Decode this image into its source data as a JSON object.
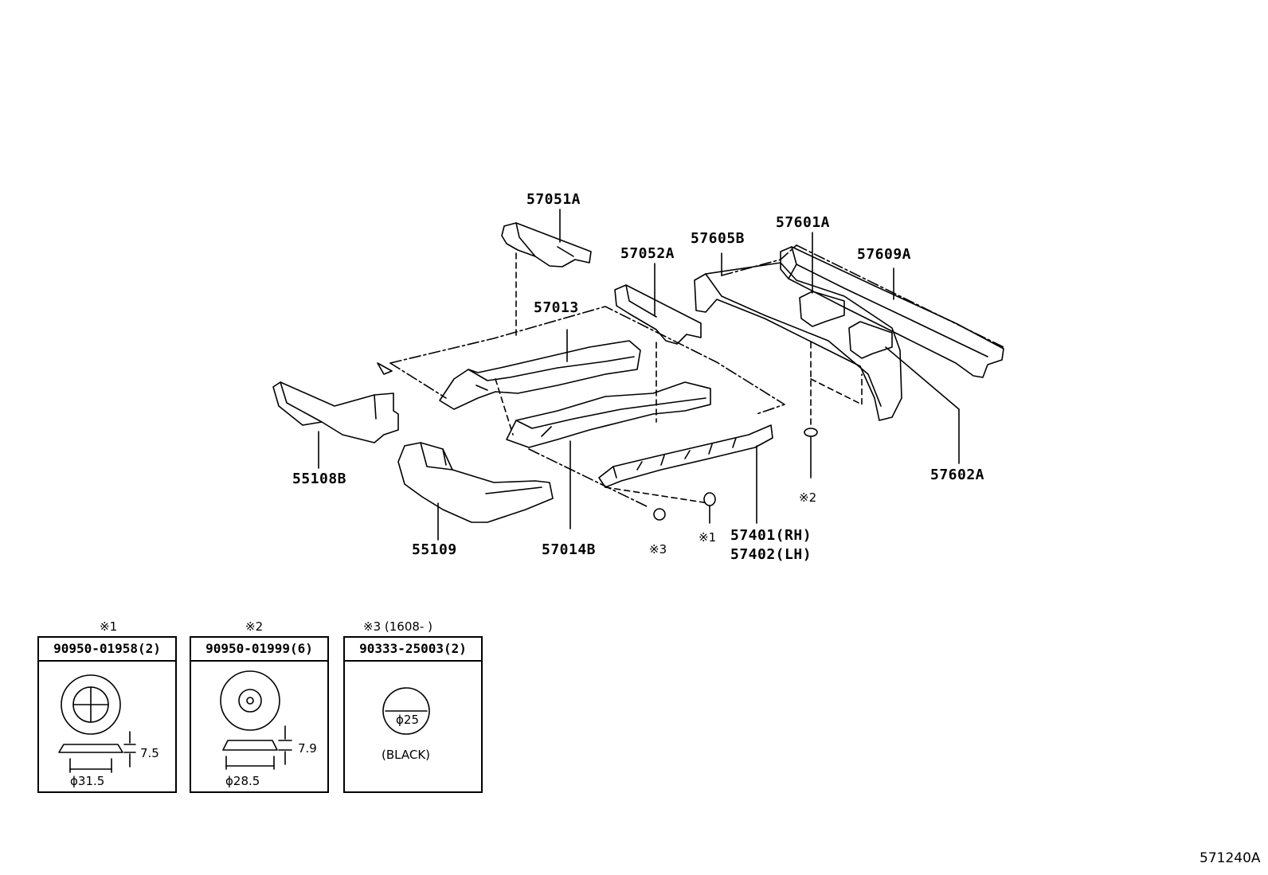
{
  "labels": {
    "p57051A": "57051A",
    "p57052A": "57052A",
    "p57013": "57013",
    "p57605B": "57605B",
    "p57601A": "57601A",
    "p57609A": "57609A",
    "p57602A": "57602A",
    "p55108B": "55108B",
    "p55109": "55109",
    "p57014B": "57014B",
    "p57401": "57401(RH)",
    "p57402": "57402(LH)",
    "ref3": "※3",
    "ref1": "※1",
    "ref2": "※2"
  },
  "boxes": [
    {
      "title": "※1",
      "part": "90950-01958(2)",
      "dim_height": "7.5",
      "dim_dia": "ϕ31.5"
    },
    {
      "title": "※2",
      "part": "90950-01999(6)",
      "dim_height": "7.9",
      "dim_dia": "ϕ28.5"
    },
    {
      "title": "※3 (1608-       )",
      "part": "90333-25003(2)",
      "dim_dia": "ϕ25",
      "note": "(BLACK)"
    }
  ],
  "footer_code": "571240A"
}
